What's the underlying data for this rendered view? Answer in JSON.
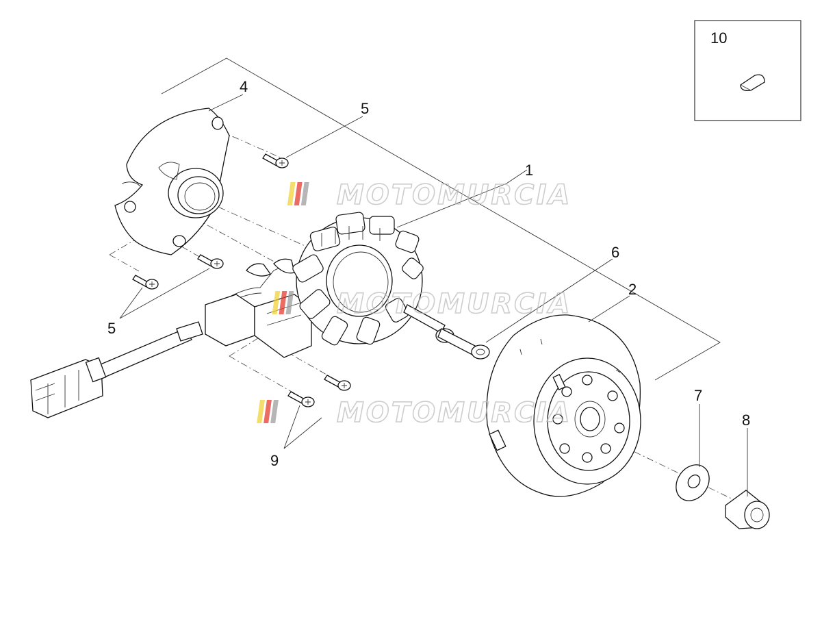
{
  "diagram": {
    "callouts": {
      "c1": "1",
      "c2": "2",
      "c4": "4",
      "c5a": "5",
      "c5b": "5",
      "c6": "6",
      "c7": "7",
      "c8": "8",
      "c9": "9",
      "c10": "10"
    },
    "watermark": "MOTOMURCIA",
    "watermark_colors": [
      "#f2d23a",
      "#e33b2e",
      "#9e9e9e"
    ]
  }
}
